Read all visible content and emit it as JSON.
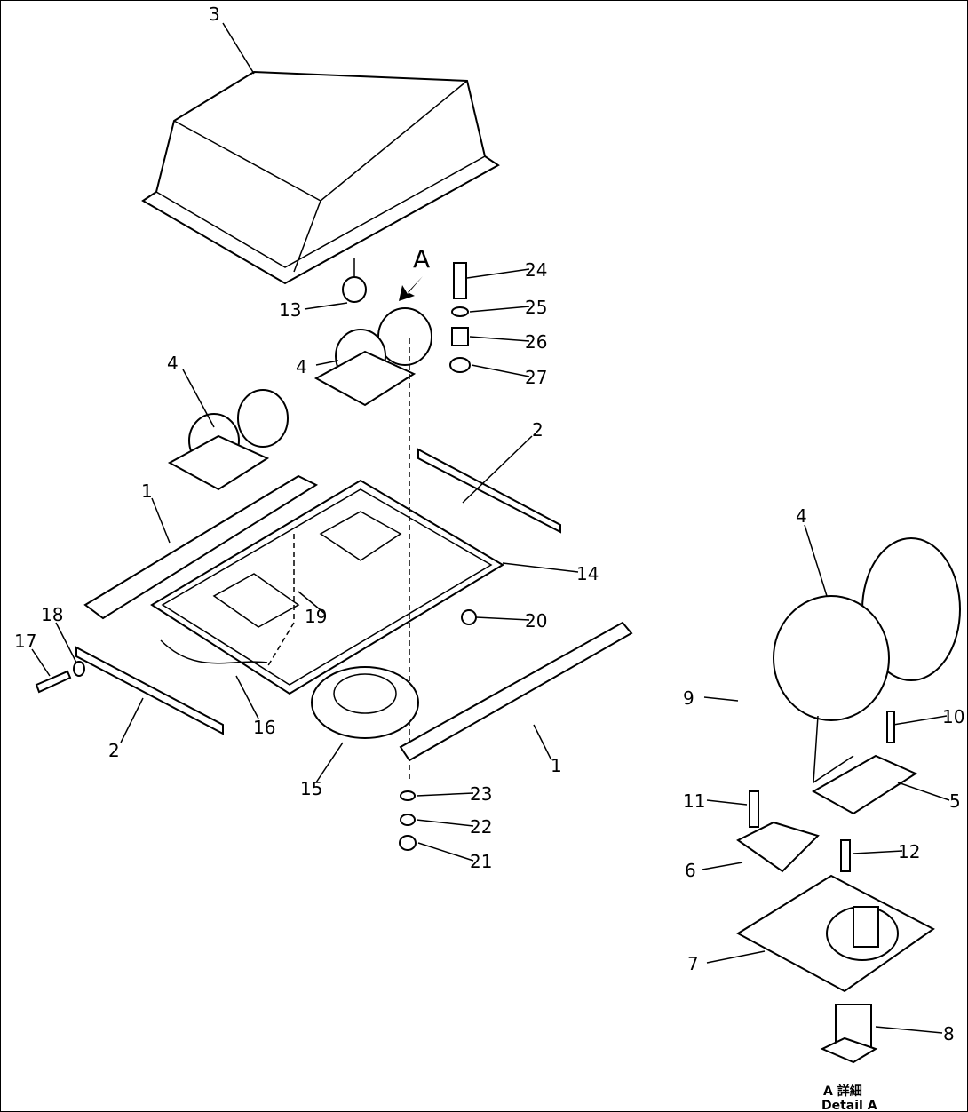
{
  "diagram": {
    "view_label": "A",
    "detail_caption_jp": "A 詳細",
    "detail_caption": "Detail A",
    "callouts": [
      "3",
      "24",
      "25",
      "26",
      "27",
      "13",
      "4",
      "4",
      "2",
      "1",
      "14",
      "19",
      "20",
      "18",
      "17",
      "16",
      "2",
      "15",
      "1",
      "23",
      "22",
      "21",
      "4",
      "9",
      "10",
      "5",
      "11",
      "12",
      "6",
      "7",
      "8"
    ]
  }
}
